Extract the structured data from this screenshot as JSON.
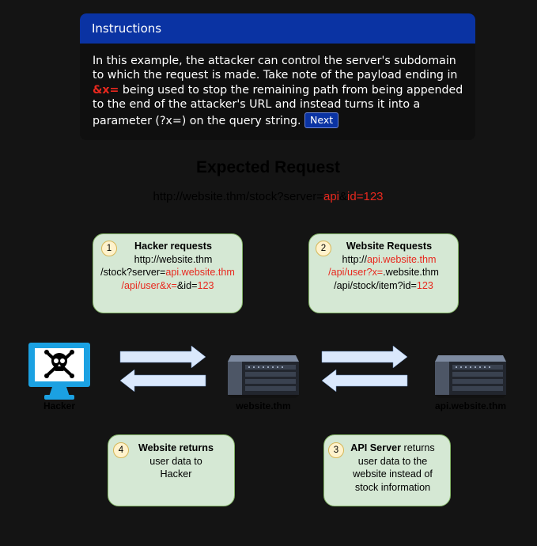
{
  "panel": {
    "header": "Instructions",
    "text_before": "In this example, the attacker can control the server's subdomain to which the request is made. Take note of the payload ending in ",
    "payload": "&x=",
    "text_after": " being used to stop the remaining path from being appended to the end of the attacker's URL and instead turns it into a parameter (?x=) on the query string. ",
    "next_label": "Next"
  },
  "diagram": {
    "title": "Expected Request",
    "request": {
      "prefix": "http://website.thm/stock?server=",
      "api": "api",
      "amp": "&",
      "id_label": "id=",
      "id_value": "123"
    },
    "box1": {
      "number": "1",
      "title": "Hacker requests",
      "line1": "http://website.thm",
      "line2_prefix": "/stock?server=",
      "line2_red": "api.website.thm",
      "line3_red": "/api/user&x=",
      "line3_mid": "&id=",
      "line3_red2": "123"
    },
    "box2": {
      "number": "2",
      "title": "Website Requests",
      "line1_prefix": "http://",
      "line1_red": "api.website.thm",
      "line2_red": "/api/user?x=",
      "line2_suffix": ".website.thm",
      "line3_prefix": "/api/stock/item?id=",
      "line3_red": "123"
    },
    "box3": {
      "number": "3",
      "title": "API Server",
      "title_suffix": " returns",
      "line1": "user data to the",
      "line2": "website instead of",
      "line3": "stock information"
    },
    "box4": {
      "number": "4",
      "title": "Website returns",
      "line1": "user data to",
      "line2": "Hacker"
    },
    "labels": {
      "hacker": "Hacker",
      "website": "website.thm",
      "api": "api.website.thm"
    },
    "colors": {
      "box_fill": "#d5e8d4",
      "box_border": "#82b366",
      "highlight": "#e8281e",
      "arrow": "#dae8fc",
      "monitor": "#1ba1e2"
    }
  }
}
